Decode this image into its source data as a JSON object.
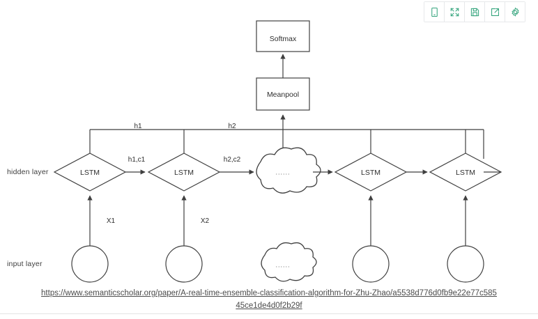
{
  "toolbar": {
    "items": [
      {
        "name": "device-preview-icon",
        "label": "Device preview"
      },
      {
        "name": "fullscreen-expand-icon",
        "label": "Fullscreen"
      },
      {
        "name": "save-disk-icon",
        "label": "Save"
      },
      {
        "name": "share-export-icon",
        "label": "Share"
      },
      {
        "name": "gear-settings-icon",
        "label": "Settings"
      }
    ],
    "accent_color": "#33a47c"
  },
  "diagram": {
    "layer_labels": {
      "hidden": "hidden layer",
      "input": "input layer"
    },
    "nodes": {
      "softmax": "Softmax",
      "meanpool": "Meanpool",
      "lstm": "LSTM",
      "ellipsis": "......"
    },
    "hidden_nodes": [
      {
        "id": "lstm-1",
        "label": "LSTM",
        "shape": "diamond"
      },
      {
        "id": "lstm-2",
        "label": "LSTM",
        "shape": "diamond"
      },
      {
        "id": "cloud-hidden",
        "label": "......",
        "shape": "cloud"
      },
      {
        "id": "lstm-3",
        "label": "LSTM",
        "shape": "diamond"
      },
      {
        "id": "lstm-4",
        "label": "LSTM",
        "shape": "diamond"
      }
    ],
    "input_nodes": [
      {
        "id": "input-1",
        "label": "",
        "shape": "circle"
      },
      {
        "id": "input-2",
        "label": "",
        "shape": "circle"
      },
      {
        "id": "cloud-input",
        "label": "......",
        "shape": "cloud"
      },
      {
        "id": "input-3",
        "label": "",
        "shape": "circle"
      },
      {
        "id": "input-4",
        "label": "",
        "shape": "circle"
      }
    ],
    "edge_labels": {
      "h1": "h1",
      "h2": "h2",
      "h1c1": "h1,c1",
      "h2c2": "h2,c2",
      "x1": "X1",
      "x2": "X2"
    },
    "stroke_color": "#3f3f3f"
  },
  "footer": {
    "link_text": "https://www.semanticscholar.org/paper/A-real-time-ensemble-classification-algorithm-for-Zhu-Zhao/a5538d776d0fb9e22e77c58545ce1de4d0f2b29f"
  }
}
